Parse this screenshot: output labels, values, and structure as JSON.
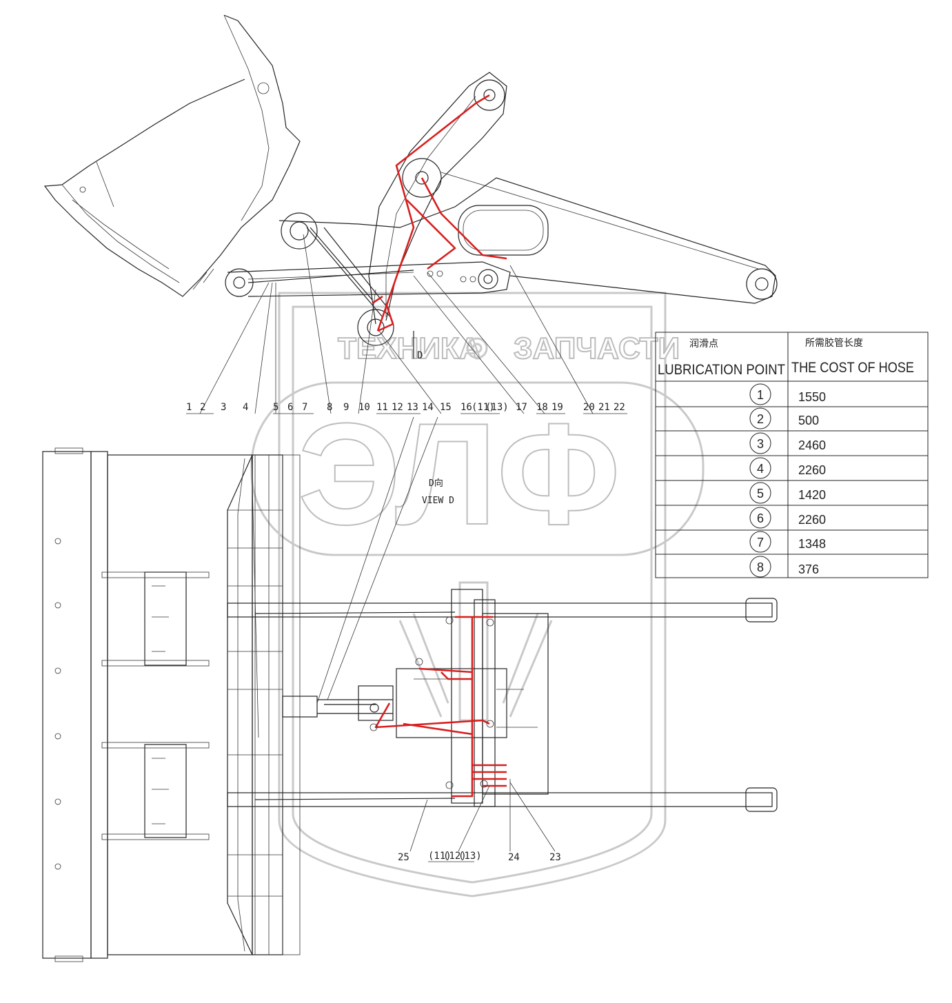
{
  "view": {
    "arrow_label": "D",
    "title_cn": "D向",
    "title_en": "VIEW D"
  },
  "callouts_top": [
    "1",
    "2",
    "3",
    "4",
    "5",
    "6",
    "7",
    "8",
    "9",
    "10",
    "11",
    "12",
    "13",
    "14",
    "15",
    "16",
    "(11)",
    "(13)",
    "17",
    "18",
    "19",
    "20",
    "21",
    "22"
  ],
  "callouts_bottom": [
    "25",
    "(11)",
    "(12)",
    "(13)",
    "24",
    "23"
  ],
  "table": {
    "header_cn_point": "润滑点",
    "header_cn_hose": "所需胶管长度",
    "header_en_point": "LUBRICATION POINT",
    "header_en_hose": "THE COST OF HOSE",
    "rows": [
      {
        "point": "1",
        "length": "1550"
      },
      {
        "point": "2",
        "length": "500"
      },
      {
        "point": "3",
        "length": "2460"
      },
      {
        "point": "4",
        "length": "2260"
      },
      {
        "point": "5",
        "length": "1420"
      },
      {
        "point": "6",
        "length": "2260"
      },
      {
        "point": "7",
        "length": "1348"
      },
      {
        "point": "8",
        "length": "376"
      }
    ]
  },
  "watermark": {
    "top_left": "ТЕХНИКА",
    "top_right": "ЗАПЧАСТИ",
    "main": "ЭЛФ"
  },
  "colors": {
    "line": "#222222",
    "grease_line": "#d81e1e",
    "watermark": "#c9c9c9"
  }
}
